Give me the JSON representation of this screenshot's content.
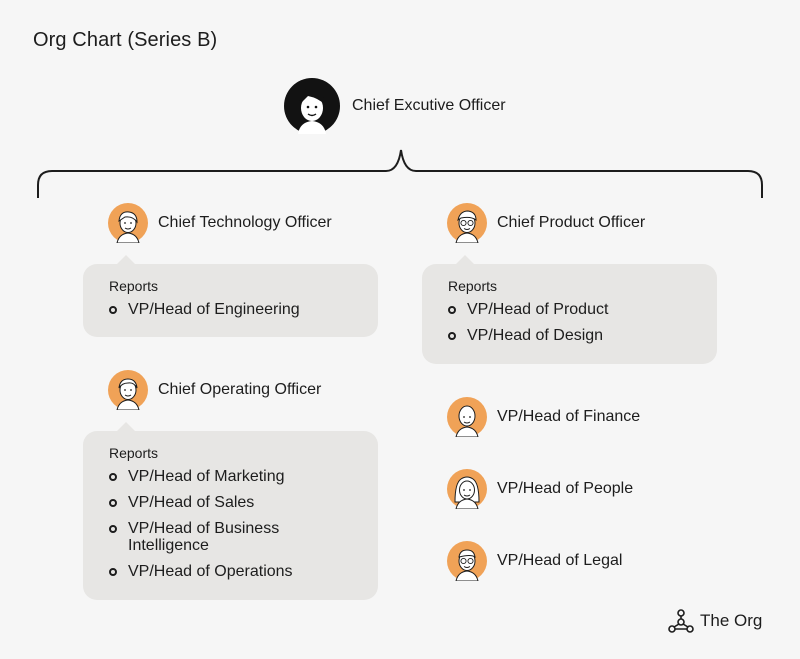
{
  "title": "Org Chart (Series B)",
  "ceo": {
    "label": "Chief Excutive Officer"
  },
  "cto": {
    "label": "Chief Technology Officer",
    "reports_heading": "Reports",
    "reports": [
      "VP/Head of Engineering"
    ]
  },
  "cpo": {
    "label": "Chief Product Officer",
    "reports_heading": "Reports",
    "reports": [
      "VP/Head of Product",
      "VP/Head of Design"
    ]
  },
  "coo": {
    "label": "Chief Operating Officer",
    "reports_heading": "Reports",
    "reports": [
      "VP/Head of Marketing",
      "VP/Head of Sales",
      "VP/Head of Business Intelligence",
      "VP/Head of Operations"
    ]
  },
  "vps": {
    "finance": "VP/Head of Finance",
    "people": "VP/Head of People",
    "legal": "VP/Head of Legal"
  },
  "brand": {
    "name": "The Org"
  },
  "colors": {
    "avatar_accent": "#f0a257",
    "card_bg": "#e7e6e4",
    "background": "#f6f6f6"
  }
}
